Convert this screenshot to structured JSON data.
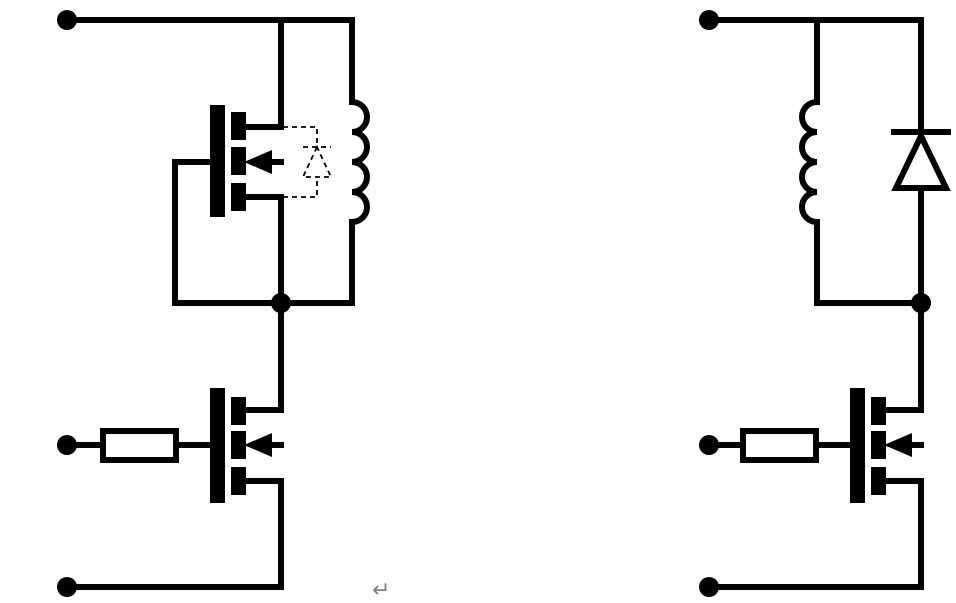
{
  "diagram": {
    "colors": {
      "line": "#000000",
      "background": "#ffffff",
      "mark": "#808080"
    },
    "paragraph_mark": "↵",
    "circuits": [
      {
        "name": "left-circuit",
        "components": [
          "high-side-mosfet",
          "body-diode",
          "inductor",
          "low-side-mosfet",
          "gate-resistor"
        ]
      },
      {
        "name": "right-circuit",
        "components": [
          "inductor",
          "flyback-diode",
          "low-side-mosfet",
          "gate-resistor"
        ]
      }
    ]
  }
}
